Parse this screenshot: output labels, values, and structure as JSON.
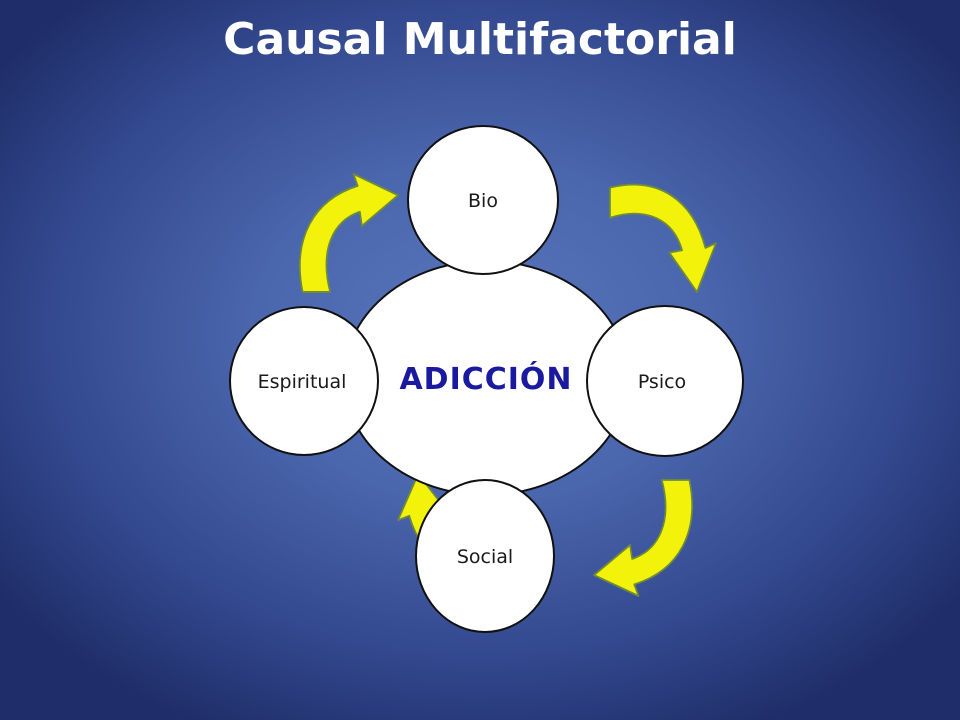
{
  "title": "Causal Multifactorial",
  "center": {
    "label": "ADICCIÓN"
  },
  "nodes": {
    "top": "Bio",
    "right": "Psico",
    "bottom": "Social",
    "left": "Espiritual"
  },
  "colors": {
    "arrow_fill": "#f2f20a",
    "arrow_edge": "#6f8a3a",
    "circle_fill": "#ffffff",
    "circle_stroke": "#111111",
    "center_text": "#1a1aa0"
  }
}
